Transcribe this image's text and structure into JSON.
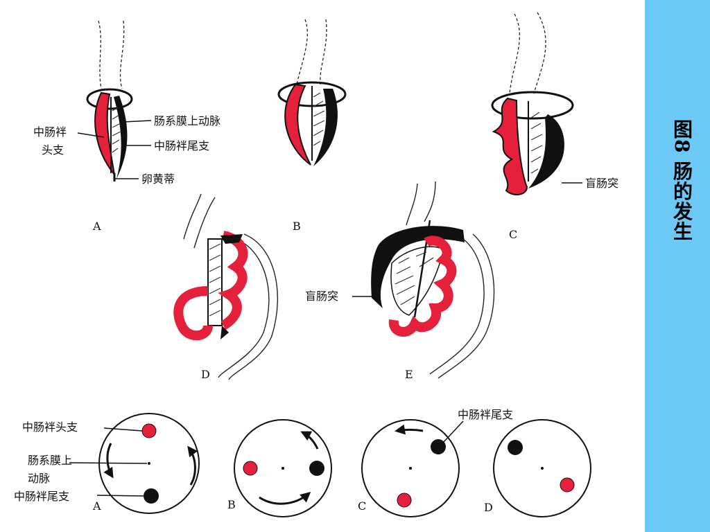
{
  "sidebar": {
    "title": "图8 肠的发生"
  },
  "colors": {
    "sidebar": "#6cc8f4",
    "intestine": "#e5203a",
    "artery": "#111111",
    "background": "#ffffff"
  },
  "top_figures": {
    "labels": {
      "head_limb": [
        "中肠袢",
        "头支"
      ],
      "artery": "肠系膜上动脉",
      "tail_limb": "中肠袢尾支",
      "yolk_stalk": "卵黄蒂",
      "cecal_bud_c": "盲肠突",
      "cecal_bud_e": "盲肠突"
    },
    "panels": [
      "A",
      "B",
      "C",
      "D",
      "E"
    ]
  },
  "rotation_diagrams": {
    "labels": {
      "head_limb": "中肠袢头支",
      "artery": [
        "肠系膜上",
        "动脉"
      ],
      "tail_limb": "中肠袢尾支",
      "tail_limb_c": "中肠袢尾支"
    },
    "panels": [
      "A",
      "B",
      "C",
      "D"
    ]
  }
}
